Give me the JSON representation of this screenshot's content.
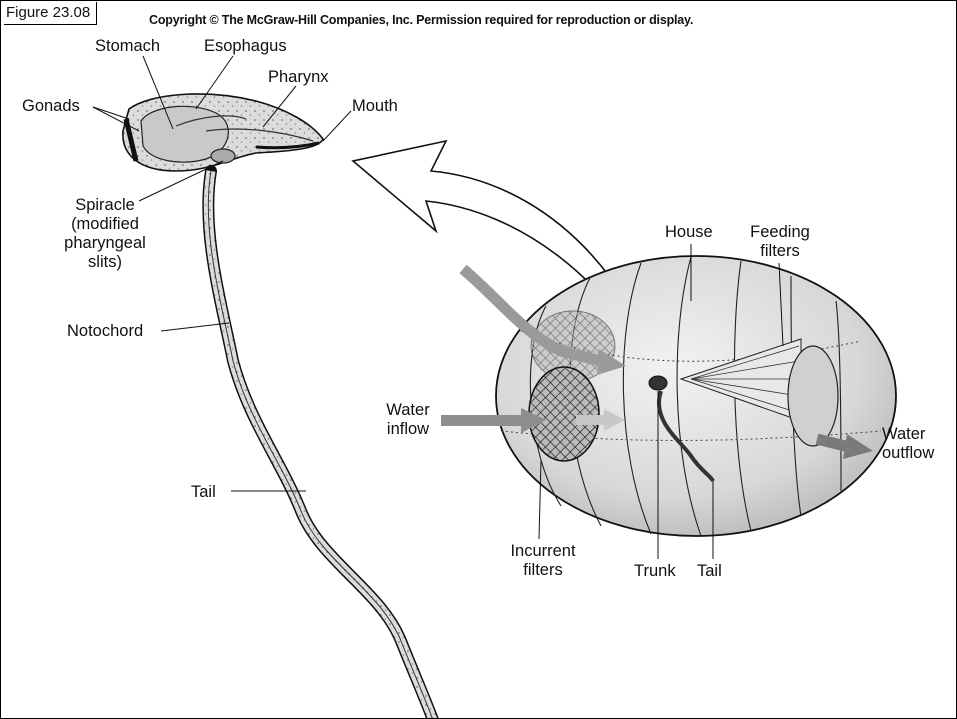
{
  "figure_label": "Figure 23.08",
  "copyright": "Copyright © The McGraw-Hill Companies, Inc. Permission required for reproduction or display.",
  "labels": {
    "stomach": "Stomach",
    "esophagus": "Esophagus",
    "pharynx": "Pharynx",
    "gonads": "Gonads",
    "mouth": "Mouth",
    "spiracle": "Spiracle\n(modified\npharyngeal\nslits)",
    "notochord": "Notochord",
    "tail_left": "Tail",
    "house": "House",
    "feeding_filters": "Feeding\nfilters",
    "water_inflow": "Water\ninflow",
    "water_outflow": "Water\noutflow",
    "incurrent_filters": "Incurrent\nfilters",
    "trunk": "Trunk",
    "tail_right": "Tail"
  }
}
